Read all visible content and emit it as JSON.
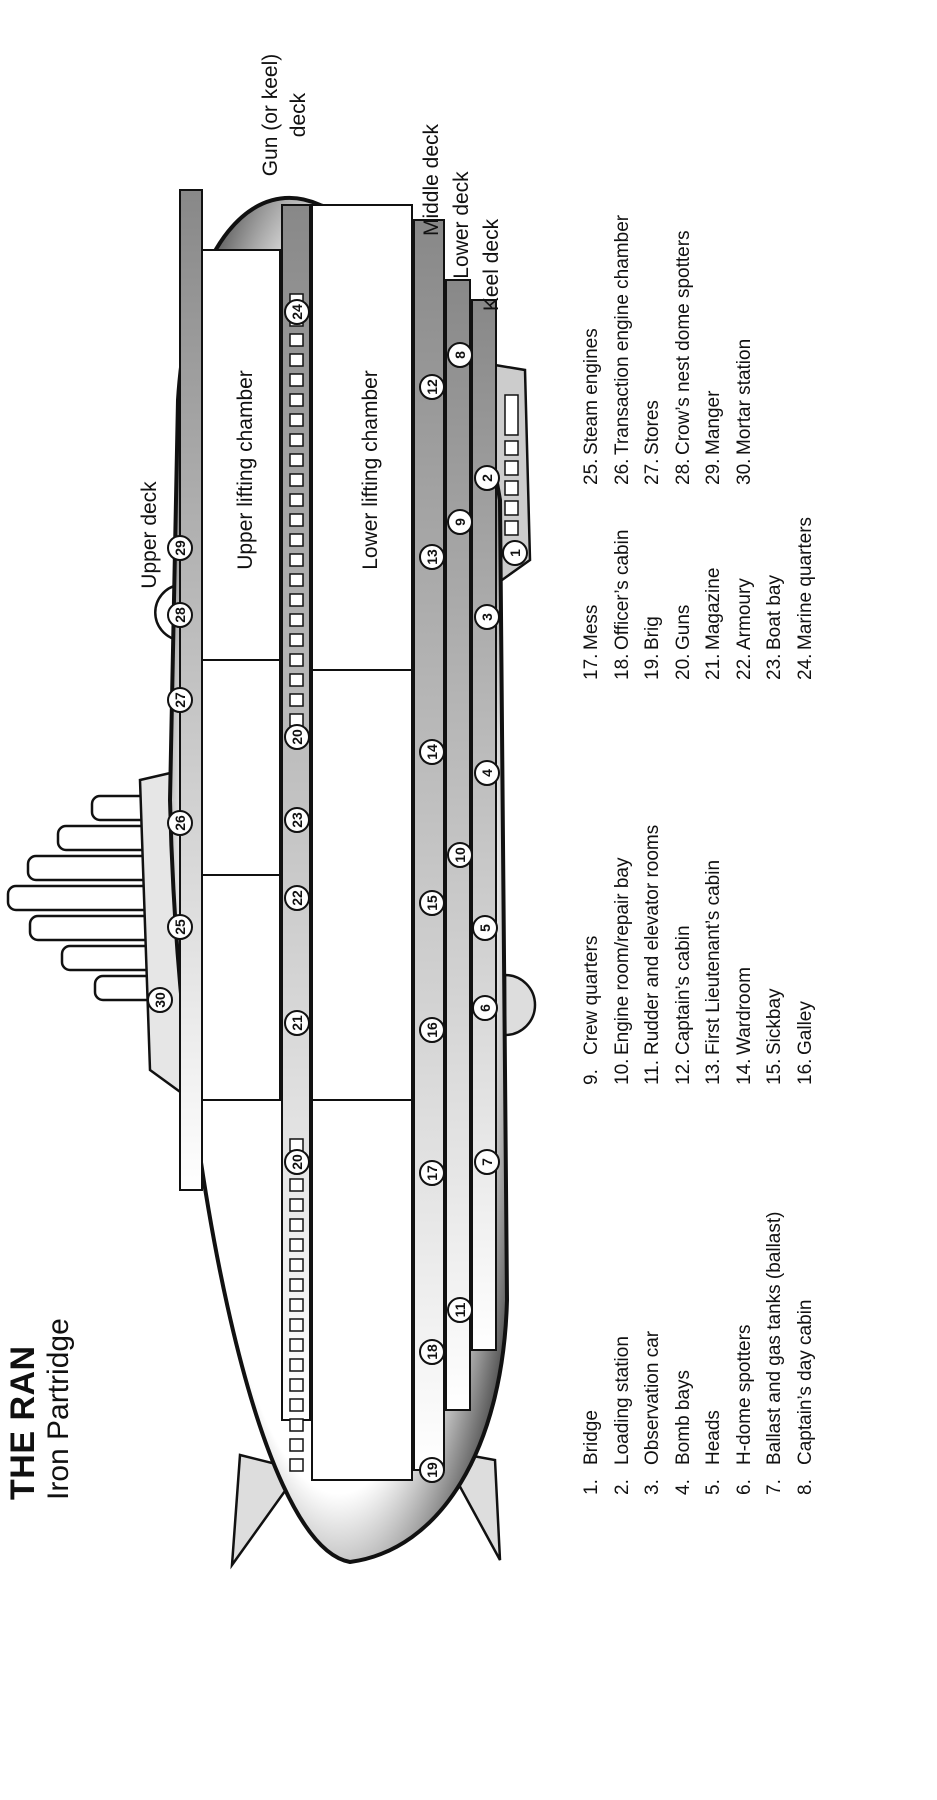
{
  "title": "THE RAN",
  "subtitle": "Iron Partridge",
  "diagram_labels": {
    "upper_deck": "Upper deck",
    "upper_lifting_chamber": "Upper lifting chamber",
    "lower_lifting_chamber": "Lower lifting chamber",
    "gun_deck_line1": "Gun (or keel)",
    "gun_deck_line2": "deck",
    "middle_deck": "Middle deck",
    "lower_deck": "Lower deck",
    "keel_deck": "Keel deck"
  },
  "markers": [
    "1",
    "2",
    "3",
    "4",
    "5",
    "6",
    "7",
    "8",
    "9",
    "10",
    "11",
    "12",
    "13",
    "14",
    "15",
    "16",
    "17",
    "18",
    "19",
    "20",
    "20",
    "21",
    "22",
    "23",
    "24",
    "25",
    "26",
    "27",
    "28",
    "29",
    "30"
  ],
  "legend": [
    {
      "num": "1.",
      "label": "Bridge"
    },
    {
      "num": "2.",
      "label": "Loading station"
    },
    {
      "num": "3.",
      "label": "Observation car"
    },
    {
      "num": "4.",
      "label": "Bomb bays"
    },
    {
      "num": "5.",
      "label": "Heads"
    },
    {
      "num": "6.",
      "label": "H-dome spotters"
    },
    {
      "num": "7.",
      "label": "Ballast and gas tanks (ballast)"
    },
    {
      "num": "8.",
      "label": "Captain’s day cabin"
    },
    {
      "num": "9.",
      "label": "Crew quarters"
    },
    {
      "num": "10.",
      "label": "Engine room/repair bay"
    },
    {
      "num": "11.",
      "label": "Rudder and elevator rooms"
    },
    {
      "num": "12.",
      "label": "Captain’s cabin"
    },
    {
      "num": "13.",
      "label": "First Lieutenant’s cabin"
    },
    {
      "num": "14.",
      "label": "Wardroom"
    },
    {
      "num": "15.",
      "label": "Sickbay"
    },
    {
      "num": "16.",
      "label": "Galley"
    },
    {
      "num": "17.",
      "label": "Mess"
    },
    {
      "num": "18.",
      "label": "Officer’s cabin"
    },
    {
      "num": "19.",
      "label": "Brig"
    },
    {
      "num": "20.",
      "label": "Guns"
    },
    {
      "num": "21.",
      "label": "Magazine"
    },
    {
      "num": "22.",
      "label": "Armoury"
    },
    {
      "num": "23.",
      "label": "Boat bay"
    },
    {
      "num": "24.",
      "label": "Marine quarters"
    },
    {
      "num": "25.",
      "label": "Steam engines"
    },
    {
      "num": "26.",
      "label": "Transaction engine chamber"
    },
    {
      "num": "27.",
      "label": "Stores"
    },
    {
      "num": "28.",
      "label": "Crow’s nest dome spotters"
    },
    {
      "num": "29.",
      "label": "Manger"
    },
    {
      "num": "30.",
      "label": "Mortar station"
    }
  ]
}
